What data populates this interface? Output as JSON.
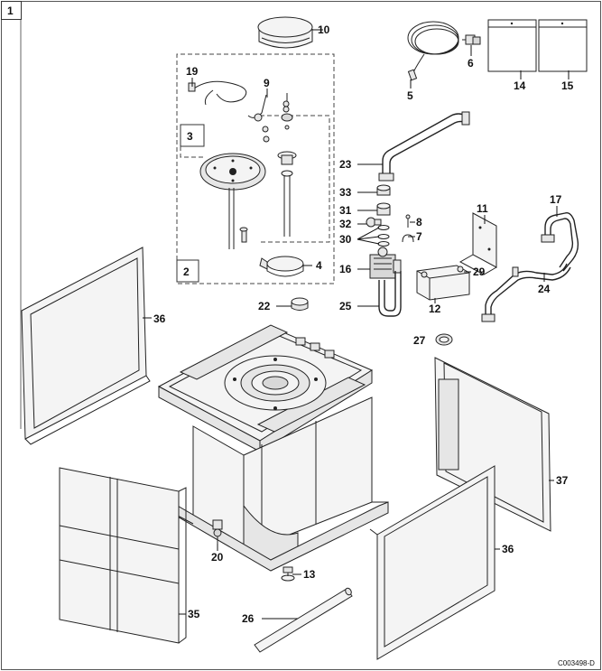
{
  "figure_number": "1",
  "drawing_code": "C003498-D",
  "callouts": [
    {
      "id": "c1",
      "label": "10"
    },
    {
      "id": "c2",
      "label": "19"
    },
    {
      "id": "c3",
      "label": "9"
    },
    {
      "id": "c4",
      "label": "3"
    },
    {
      "id": "c5",
      "label": "5"
    },
    {
      "id": "c6",
      "label": "6"
    },
    {
      "id": "c7",
      "label": "14"
    },
    {
      "id": "c8",
      "label": "15"
    },
    {
      "id": "c9",
      "label": "23"
    },
    {
      "id": "c10",
      "label": "33"
    },
    {
      "id": "c11",
      "label": "31"
    },
    {
      "id": "c12",
      "label": "32"
    },
    {
      "id": "c13",
      "label": "30"
    },
    {
      "id": "c14",
      "label": "8"
    },
    {
      "id": "c15",
      "label": "7"
    },
    {
      "id": "c16",
      "label": "11"
    },
    {
      "id": "c17",
      "label": "17"
    },
    {
      "id": "c18",
      "label": "4"
    },
    {
      "id": "c19",
      "label": "2"
    },
    {
      "id": "c20",
      "label": "16"
    },
    {
      "id": "c21",
      "label": "29"
    },
    {
      "id": "c22",
      "label": "24"
    },
    {
      "id": "c23",
      "label": "22"
    },
    {
      "id": "c24",
      "label": "25"
    },
    {
      "id": "c25",
      "label": "12"
    },
    {
      "id": "c26",
      "label": "36"
    },
    {
      "id": "c27",
      "label": "27"
    },
    {
      "id": "c28",
      "label": "37"
    },
    {
      "id": "c29",
      "label": "20"
    },
    {
      "id": "c30",
      "label": "36"
    },
    {
      "id": "c31",
      "label": "13"
    },
    {
      "id": "c32",
      "label": "35"
    },
    {
      "id": "c33",
      "label": "26"
    }
  ]
}
